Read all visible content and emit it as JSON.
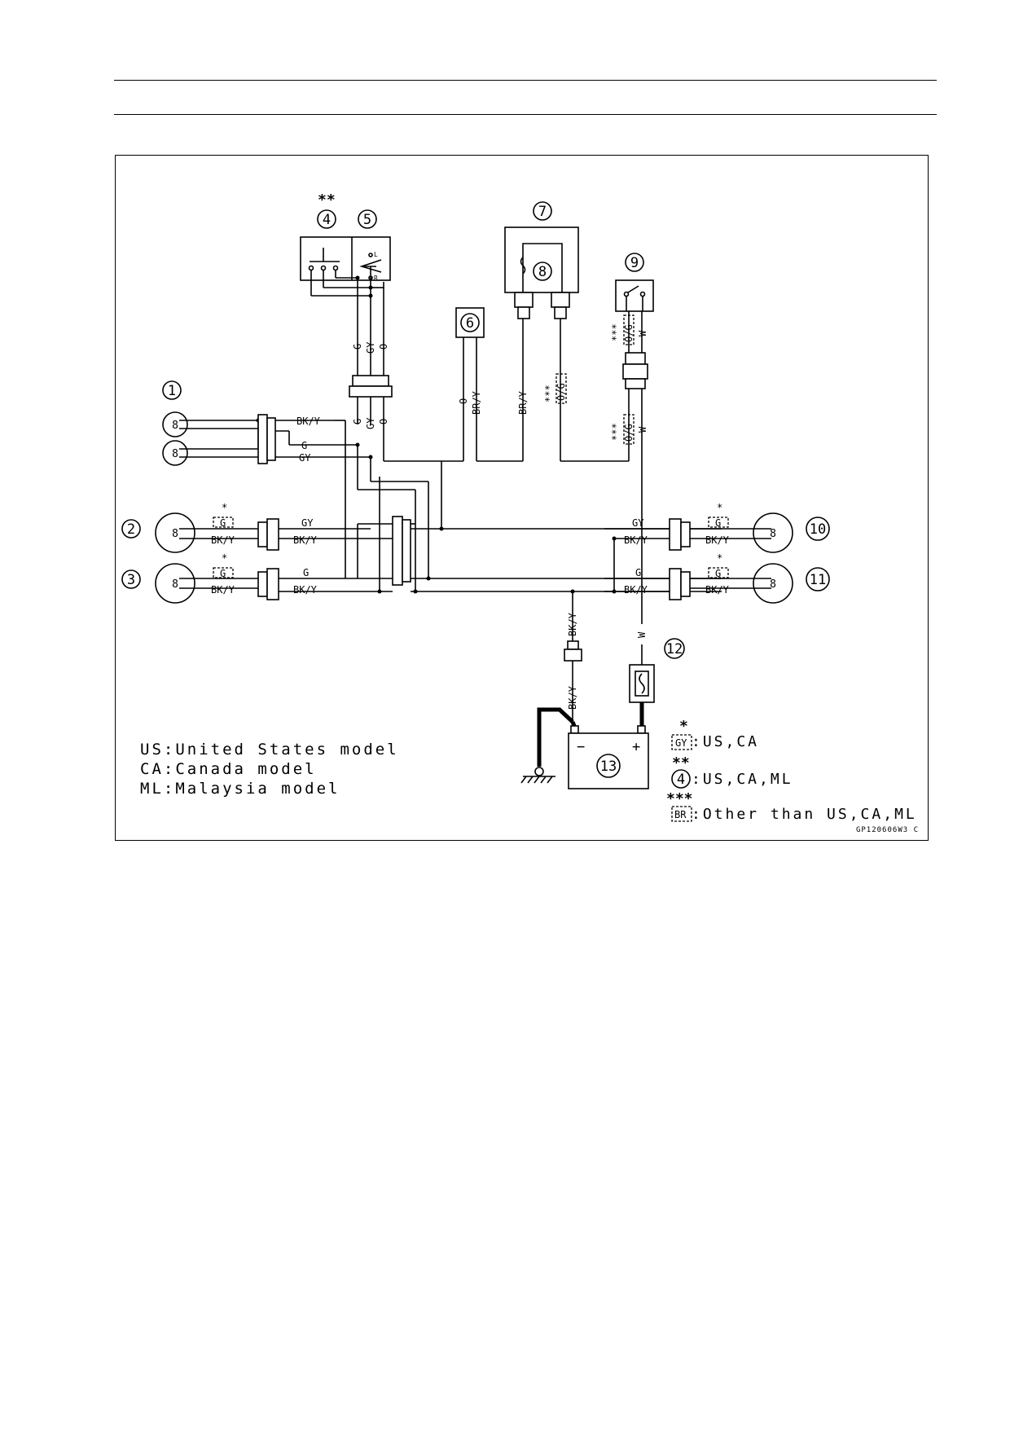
{
  "wire_labels": {
    "bky": "BK/Y",
    "g": "G",
    "gy": "GY",
    "o": "O",
    "bry": "BR/Y",
    "w": "W",
    "og": "O/G",
    "alt_g": "G"
  },
  "callouts": [
    "1",
    "2",
    "3",
    "4",
    "5",
    "6",
    "7",
    "8",
    "9",
    "10",
    "11",
    "12",
    "13"
  ],
  "stars": {
    "one": "*",
    "two": "**",
    "three": "***"
  },
  "switch_marks": {
    "left": "L",
    "right": "R"
  },
  "battery": {
    "minus": "−",
    "plus": "+"
  },
  "notes": [
    "US:United States model",
    "CA:Canada model",
    "ML:Malaysia model"
  ],
  "legend": [
    {
      "stars": "*",
      "tag": "GY",
      "text": ":US,CA"
    },
    {
      "stars": "**",
      "tag": "4",
      "text": ":US,CA,ML"
    },
    {
      "stars": "***",
      "tag": "BR",
      "text": ":Other than US,CA,ML"
    }
  ],
  "figure_code": "GP120606W3 C"
}
